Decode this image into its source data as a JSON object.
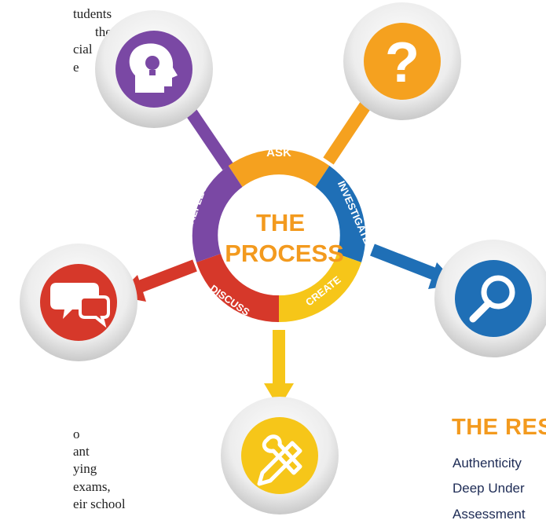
{
  "intro_fragments": [
    "tudents",
    "the",
    "cial",
    "e"
  ],
  "outro_fragments": [
    "o",
    "ant",
    "ying",
    "exams,",
    "eir school"
  ],
  "center": {
    "line1": "THE",
    "line2": "PROCESS",
    "color": "#f39a1e"
  },
  "segments": [
    {
      "label": "ASK",
      "color": "#f5a11f"
    },
    {
      "label": "INVESTIGATE",
      "color": "#1f6fb6"
    },
    {
      "label": "CREATE",
      "color": "#f6c619"
    },
    {
      "label": "DISCUSS",
      "color": "#d6382a"
    },
    {
      "label": "REFLECT",
      "color": "#7a48a4"
    }
  ],
  "icons": [
    {
      "name": "head-lightbulb-icon",
      "color": "#7a48a4"
    },
    {
      "name": "question-mark-icon",
      "color": "#f5a11f"
    },
    {
      "name": "magnifier-icon",
      "color": "#1f6fb6"
    },
    {
      "name": "pencil-brush-icon",
      "color": "#f6c619"
    },
    {
      "name": "speech-bubbles-icon",
      "color": "#d6382a"
    }
  ],
  "results": {
    "title": "THE RES",
    "items": [
      "Authenticity",
      "Deep Under",
      "Assessment"
    ],
    "title_color": "#f39a1e",
    "item_color": "#1d2b55"
  }
}
